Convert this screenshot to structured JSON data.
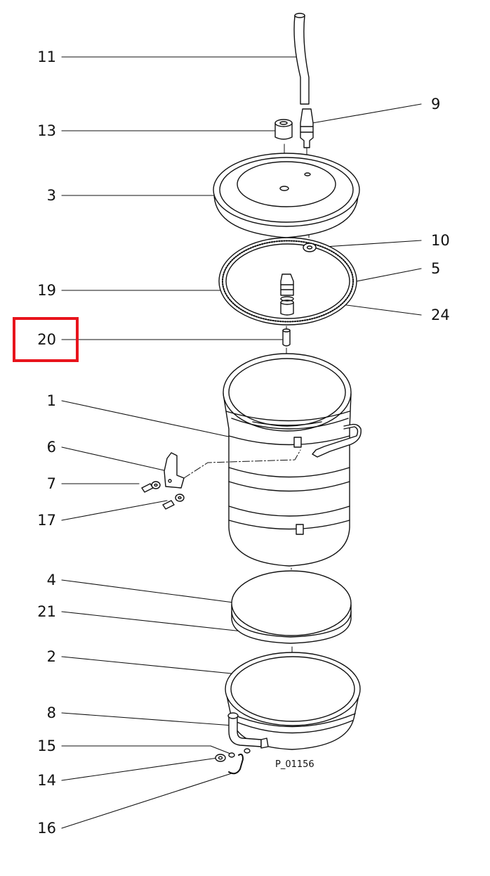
{
  "diagram": {
    "figure_id": "P_01156",
    "highlight_color": "#e8141c",
    "highlighted_part": "20",
    "callouts": {
      "c11": "11",
      "c9": "9",
      "c13": "13",
      "c3": "3",
      "c10": "10",
      "c5": "5",
      "c19": "19",
      "c24": "24",
      "c20": "20",
      "c1": "1",
      "c6": "6",
      "c7": "7",
      "c17": "17",
      "c4": "4",
      "c21": "21",
      "c2": "2",
      "c8": "8",
      "c15": "15",
      "c14": "14",
      "c16": "16"
    }
  }
}
